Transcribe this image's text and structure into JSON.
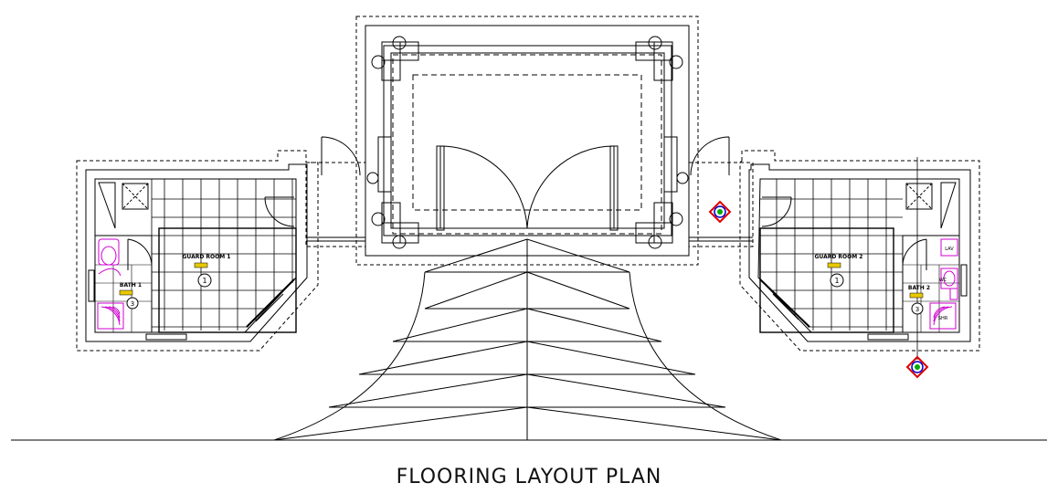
{
  "drawing": {
    "title": "FLOORING LAYOUT PLAN",
    "colors": {
      "line": "#000000",
      "fixture": "#d000d0",
      "tag": "#e8c800",
      "marker_red": "#e00000",
      "marker_blue": "#0000cc",
      "marker_green": "#00aa00"
    }
  },
  "rooms": [
    {
      "label": "GUARD ROOM 1",
      "number": "1"
    },
    {
      "label": "GUARD ROOM 2",
      "number": "1"
    },
    {
      "label": "BATH 1",
      "number": "3"
    },
    {
      "label": "BATH 2",
      "number": "3"
    }
  ],
  "fixtures": {
    "lav": "LAV",
    "wc": "WC",
    "shower": "SHR"
  },
  "icons": {
    "section_marker": "section-marker-icon",
    "room_tag": "room-number-tag-icon"
  }
}
